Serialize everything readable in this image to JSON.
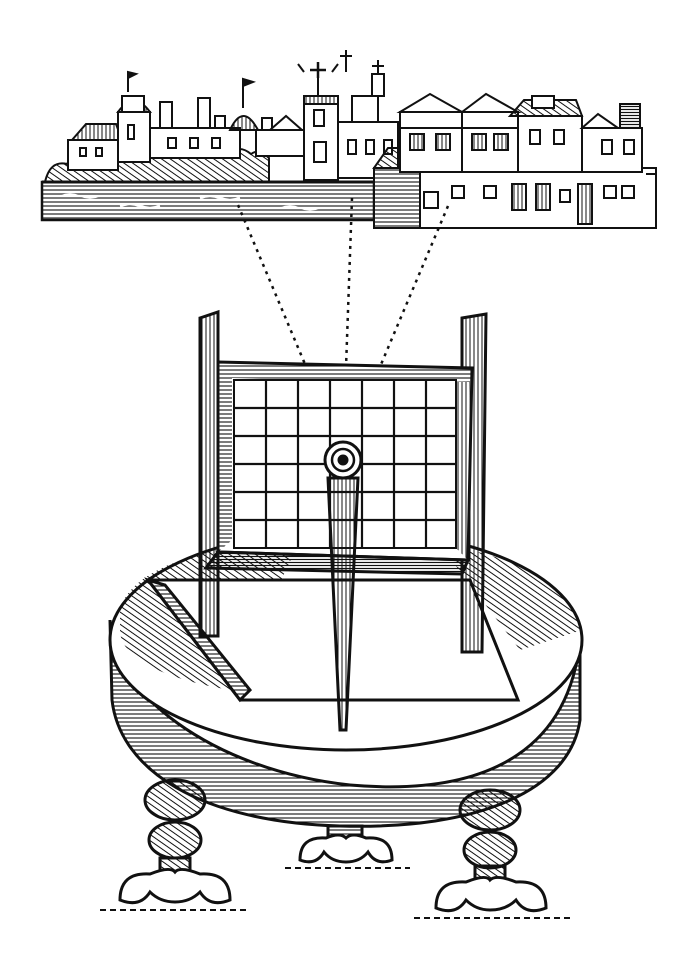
{
  "image": {
    "kind": "woodcut-engraving",
    "colors": {
      "ink": "#111111",
      "paper": "#ffffff"
    },
    "subject": [
      "town-skyline",
      "sight-lines",
      "drawing-frame-grid",
      "eyepiece",
      "pointer-stick",
      "oval-table",
      "baluster-legs",
      "scroll-feet"
    ],
    "grid": {
      "columns": 7,
      "rows": 6
    },
    "sight_lines_count": 3,
    "legs_count": 3
  }
}
